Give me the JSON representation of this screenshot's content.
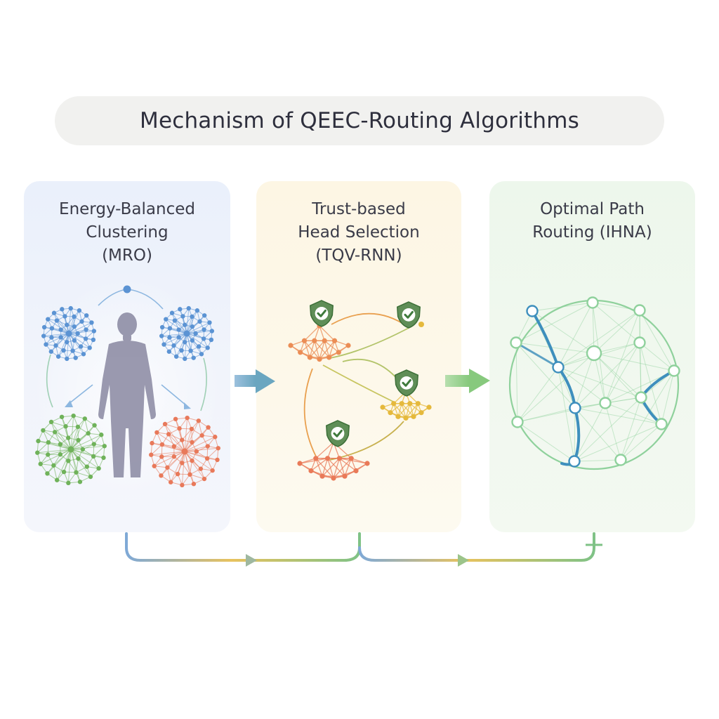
{
  "title": "Mechanism of QEEC-Routing Algorithms",
  "panels": [
    {
      "heading_lines": [
        "Energy-Balanced",
        "Clustering",
        "(MRO)"
      ],
      "accent": "#6f9fd6"
    },
    {
      "heading_lines": [
        "Trust-based",
        "Head Selection",
        "(TQV-RNN)"
      ],
      "accent": "#e9a04f"
    },
    {
      "heading_lines": [
        "Optimal Path",
        "Routing (IHNA)"
      ],
      "accent": "#7cc48a"
    }
  ],
  "colors": {
    "blue_cluster": "#5b93d3",
    "green_cluster": "#6fb25a",
    "orange_cluster": "#e8795a",
    "yellow_cluster": "#e5b93c",
    "shield": "#3f7a3c",
    "path_blue": "#3e8fbd",
    "mesh_green": "#8fd19c",
    "arrow_blue": "#7fa9c9",
    "arrow_green": "#8ccf82",
    "flow_start": "#7fa9d6",
    "flow_mid": "#e8c25e",
    "flow_end": "#7fc286"
  },
  "icons": [
    "human-silhouette-icon",
    "shield-check-icon",
    "arrow-right-icon"
  ]
}
